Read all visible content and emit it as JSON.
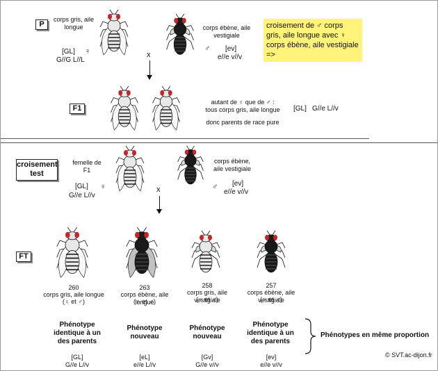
{
  "labels": {
    "p": "P",
    "f1": "F1",
    "cross_test": "croisement test",
    "ft": "FT"
  },
  "parents": {
    "female": {
      "desc": "corps gris, aile longue",
      "pheno": "[GL]",
      "sex": "♀",
      "geno": "G//G L//L"
    },
    "male": {
      "desc": "corps ébène, aile vestigiale",
      "pheno": "[ev]",
      "sex": "♂",
      "geno": "e//e v//v"
    },
    "cross": "x",
    "note": "croisement de ♂ corps gris, aile longue avec ♀ corps ébène, aile vestigiale =>"
  },
  "f1": {
    "text1": "autant de ♀ que de ♂ :",
    "text2": "tous corps gris, aile longue",
    "text3": "donc parents de race pure",
    "pheno": "[GL]",
    "geno": "G//e  L//v"
  },
  "test": {
    "female": {
      "desc": "femelle de F1",
      "pheno": "[GL]",
      "sex": "♀",
      "geno": "G//e  L//v"
    },
    "male": {
      "desc": "corps ébène, aile vestigiale",
      "pheno": "[ev]",
      "sex": "♂",
      "geno": "e//e v//v"
    },
    "cross": "x"
  },
  "ft": [
    {
      "count": "260",
      "desc": "corps gris, aile longue",
      "sex": "(♀ et ♂)",
      "type": "Phénotype identique à un des parents",
      "pheno": "[GL]",
      "geno": "G//e  L//v"
    },
    {
      "count": "263",
      "desc": "corps ébène, aile longue",
      "sex": "(♀ et ♂)",
      "type": "Phénotype nouveau",
      "pheno": "[eL]",
      "geno": "e//e L//v"
    },
    {
      "count": "258",
      "desc": "corps gris, aile vestigiale",
      "sex": "(♀ et ♂)",
      "type": "Phénotype nouveau",
      "pheno": "[Gv]",
      "geno": "G//e  v//v"
    },
    {
      "count": "257",
      "desc": "corps ébène, aile vestigiale",
      "sex": "(♀ et ♂)",
      "type": "Phénotype identique à un des parents",
      "pheno": "[ev]",
      "geno": "e//e v//v"
    }
  ],
  "summary": "Phénotypes en même proportion",
  "credit": "© SVT.ac-dijon.fr"
}
